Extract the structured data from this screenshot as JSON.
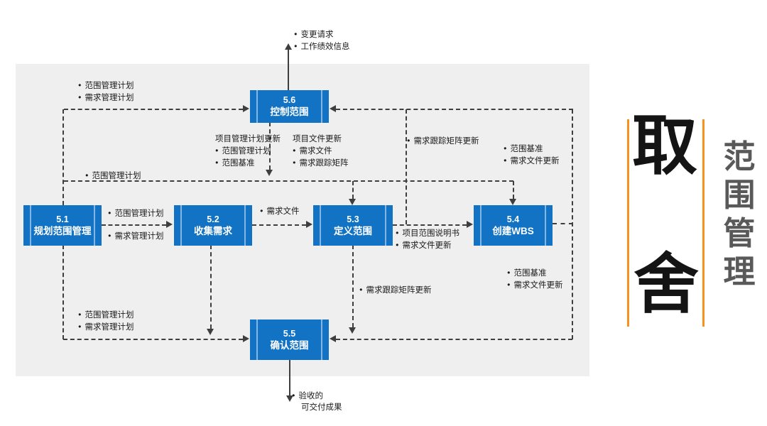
{
  "colors": {
    "process_blue": "#1273C4",
    "diagram_bg": "#efeff0",
    "flow_line": "#3e3e3e",
    "accent_orange": "#F7921E",
    "side_title_gray": "#595959"
  },
  "processes": [
    {
      "id": "5.1",
      "name": "规划范围管理"
    },
    {
      "id": "5.2",
      "name": "收集需求"
    },
    {
      "id": "5.3",
      "name": "定义范围"
    },
    {
      "id": "5.4",
      "name": "创建WBS"
    },
    {
      "id": "5.5",
      "name": "确认范围"
    },
    {
      "id": "5.6",
      "name": "控制范围"
    }
  ],
  "ann": {
    "outputs_56_top": [
      "变更请求",
      "工作绩效信息"
    ],
    "inputs_56_left": [
      "范围管理计划",
      "需求管理计划"
    ],
    "pm_plan_updates_header": "项目管理计划更新",
    "pm_plan_updates": [
      "范围管理计划",
      "范围基准"
    ],
    "doc_updates_header": "项目文件更新",
    "doc_updates": [
      "需求文件",
      "需求跟踪矩阵"
    ],
    "rtm_update_top": "需求跟踪矩阵更新",
    "baseline_updates_top": [
      "范围基准",
      "需求文件更新"
    ],
    "scope_plan_bus": "范围管理计划",
    "p51_to_p52": [
      "范围管理计划",
      "需求管理计划"
    ],
    "p52_to_p53": "需求文件",
    "p53_outputs": [
      "项目范围说明书",
      "需求文件更新"
    ],
    "baseline_updates_right": [
      "范围基准",
      "需求文件更新"
    ],
    "rtm_update_bottom": "需求跟踪矩阵更新",
    "p51_to_p55": [
      "范围管理计划",
      "需求管理计划"
    ],
    "accepted_deliverables_line1": "验收的",
    "accepted_deliverables_line2": "可交付成果"
  },
  "side_panel": {
    "big_char_top": "取",
    "big_char_bottom": "舍",
    "vertical_title": "范围管理"
  }
}
